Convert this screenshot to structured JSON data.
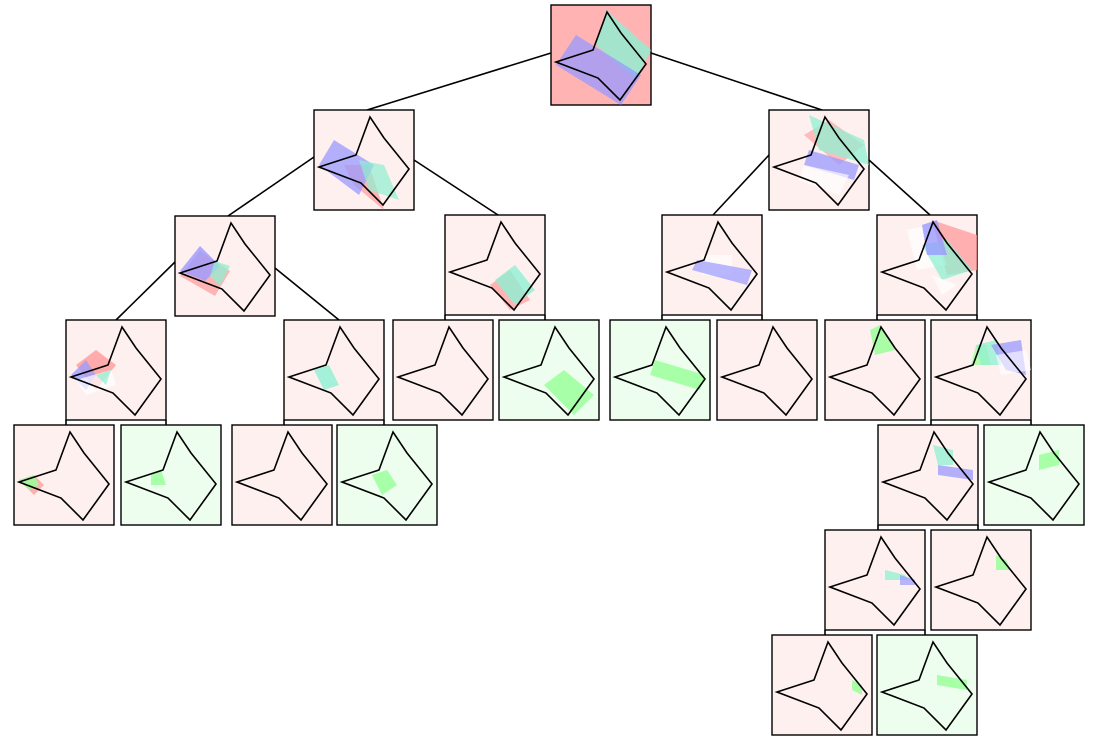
{
  "colors": {
    "red": "#ff9a9a",
    "blue": "#9a9aff",
    "teal": "#8ff0d2",
    "green": "#9aff9a",
    "white": "#ffffff",
    "node_pink": "#fff0f0",
    "node_green": "#eefeee",
    "root_fill": "#ffb3b3",
    "outline": "#000000"
  },
  "tree": {
    "root": "n1",
    "edges": [
      [
        "n1",
        "n2"
      ],
      [
        "n1",
        "n3"
      ],
      [
        "n2",
        "n4"
      ],
      [
        "n2",
        "n5"
      ],
      [
        "n3",
        "n6"
      ],
      [
        "n3",
        "n7"
      ],
      [
        "n4",
        "n8"
      ],
      [
        "n4",
        "n9"
      ],
      [
        "n5",
        "n10"
      ],
      [
        "n5",
        "n11"
      ],
      [
        "n6",
        "n12"
      ],
      [
        "n6",
        "n13"
      ],
      [
        "n7",
        "n14"
      ],
      [
        "n7",
        "n15"
      ],
      [
        "n8",
        "n16"
      ],
      [
        "n8",
        "n17"
      ],
      [
        "n9",
        "n18"
      ],
      [
        "n9",
        "n19"
      ],
      [
        "n15",
        "n20"
      ],
      [
        "n15",
        "n21"
      ],
      [
        "n20",
        "n22"
      ],
      [
        "n20",
        "n23"
      ],
      [
        "n22",
        "n24"
      ],
      [
        "n22",
        "n25"
      ]
    ],
    "nodes": [
      {
        "id": "n1",
        "fill": "root_fill",
        "shape": "A",
        "patches": [
          {
            "c": "teal",
            "a": 0.8,
            "p": [
              0.55,
              0.05,
              1.0,
              0.45,
              0.85,
              0.75,
              0.45,
              0.4
            ]
          },
          {
            "c": "blue",
            "a": 0.75,
            "p": [
              0.05,
              0.6,
              0.25,
              0.3,
              0.9,
              0.7,
              0.7,
              1.0
            ]
          }
        ]
      },
      {
        "id": "n2",
        "fill": "node_pink",
        "shape": "A",
        "patches": [
          {
            "c": "red",
            "a": 0.7,
            "p": [
              0.3,
              0.55,
              0.55,
              0.55,
              0.7,
              1.0,
              0.4,
              0.75
            ]
          },
          {
            "c": "blue",
            "a": 0.75,
            "p": [
              0.05,
              0.55,
              0.2,
              0.3,
              0.6,
              0.55,
              0.45,
              0.85
            ]
          },
          {
            "c": "teal",
            "a": 0.7,
            "p": [
              0.45,
              0.5,
              0.7,
              0.55,
              0.85,
              0.9,
              0.55,
              0.8
            ]
          }
        ]
      },
      {
        "id": "n3",
        "fill": "node_pink",
        "shape": "A",
        "patches": [
          {
            "c": "red",
            "a": 0.6,
            "p": [
              0.35,
              0.25,
              0.6,
              0.1,
              0.95,
              0.35,
              0.7,
              0.55
            ]
          },
          {
            "c": "teal",
            "a": 0.75,
            "p": [
              0.4,
              0.05,
              0.95,
              0.3,
              1.0,
              0.55,
              0.5,
              0.4
            ]
          },
          {
            "c": "blue",
            "a": 0.75,
            "p": [
              0.4,
              0.4,
              0.9,
              0.55,
              0.85,
              0.7,
              0.35,
              0.55
            ]
          },
          {
            "c": "white",
            "a": 0.65,
            "p": [
              0.35,
              0.55,
              0.8,
              0.65,
              0.7,
              0.85,
              0.3,
              0.7
            ]
          }
        ]
      },
      {
        "id": "n4",
        "fill": "node_pink",
        "shape": "A",
        "patches": [
          {
            "c": "red",
            "a": 0.7,
            "p": [
              0.05,
              0.6,
              0.25,
              0.35,
              0.55,
              0.55,
              0.4,
              0.8
            ]
          },
          {
            "c": "blue",
            "a": 0.8,
            "p": [
              0.05,
              0.55,
              0.25,
              0.3,
              0.45,
              0.5,
              0.3,
              0.65
            ]
          },
          {
            "c": "teal",
            "a": 0.75,
            "p": [
              0.4,
              0.45,
              0.55,
              0.5,
              0.45,
              0.7,
              0.35,
              0.6
            ]
          }
        ]
      },
      {
        "id": "n5",
        "fill": "node_pink",
        "shape": "A",
        "patches": [
          {
            "c": "red",
            "a": 0.7,
            "p": [
              0.45,
              0.7,
              0.65,
              0.55,
              0.85,
              0.85,
              0.65,
              0.95
            ]
          },
          {
            "c": "teal",
            "a": 0.8,
            "p": [
              0.5,
              0.65,
              0.7,
              0.5,
              0.9,
              0.75,
              0.7,
              0.9
            ]
          }
        ]
      },
      {
        "id": "n6",
        "fill": "node_pink",
        "shape": "A",
        "patches": [
          {
            "c": "white",
            "a": 0.6,
            "p": [
              0.4,
              0.4,
              0.7,
              0.4,
              0.7,
              0.6,
              0.4,
              0.6
            ]
          },
          {
            "c": "blue",
            "a": 0.7,
            "p": [
              0.35,
              0.45,
              0.9,
              0.55,
              0.85,
              0.7,
              0.3,
              0.55
            ]
          }
        ]
      },
      {
        "id": "n7",
        "fill": "node_pink",
        "shape": "A",
        "patches": [
          {
            "c": "red",
            "a": 0.75,
            "p": [
              0.55,
              0.05,
              1.0,
              0.2,
              1.0,
              0.55,
              0.7,
              0.6
            ]
          },
          {
            "c": "white",
            "a": 0.7,
            "p": [
              0.3,
              0.15,
              0.55,
              0.1,
              0.7,
              0.5,
              0.4,
              0.55
            ]
          },
          {
            "c": "teal",
            "a": 0.75,
            "p": [
              0.45,
              0.3,
              0.7,
              0.25,
              0.95,
              0.55,
              0.65,
              0.65
            ]
          },
          {
            "c": "blue",
            "a": 0.8,
            "p": [
              0.45,
              0.1,
              0.6,
              0.05,
              0.7,
              0.4,
              0.5,
              0.4
            ]
          },
          {
            "c": "white",
            "a": 0.7,
            "p": [
              0.55,
              0.6,
              0.8,
              0.7,
              0.65,
              0.8
            ]
          }
        ]
      },
      {
        "id": "n8",
        "fill": "node_pink",
        "shape": "A",
        "patches": [
          {
            "c": "red",
            "a": 0.8,
            "p": [
              0.1,
              0.45,
              0.3,
              0.3,
              0.5,
              0.45,
              0.3,
              0.7
            ]
          },
          {
            "c": "blue",
            "a": 0.75,
            "p": [
              0.05,
              0.55,
              0.2,
              0.4,
              0.3,
              0.55,
              0.2,
              0.7
            ]
          },
          {
            "c": "white",
            "a": 0.7,
            "p": [
              0.1,
              0.6,
              0.45,
              0.5,
              0.5,
              0.65,
              0.2,
              0.75
            ]
          },
          {
            "c": "teal",
            "a": 0.7,
            "p": [
              0.3,
              0.55,
              0.45,
              0.5,
              0.4,
              0.65
            ]
          }
        ]
      },
      {
        "id": "n9",
        "fill": "node_pink",
        "shape": "A",
        "patches": [
          {
            "c": "teal",
            "a": 0.8,
            "p": [
              0.3,
              0.5,
              0.45,
              0.45,
              0.55,
              0.65,
              0.4,
              0.7
            ]
          }
        ]
      },
      {
        "id": "n10",
        "fill": "node_pink",
        "shape": "A",
        "patches": []
      },
      {
        "id": "n11",
        "fill": "node_green",
        "shape": "A",
        "patches": [
          {
            "c": "green",
            "a": 0.85,
            "p": [
              0.45,
              0.65,
              0.65,
              0.5,
              0.95,
              0.75,
              0.75,
              0.95
            ]
          }
        ]
      },
      {
        "id": "n12",
        "fill": "node_green",
        "shape": "A",
        "patches": [
          {
            "c": "green",
            "a": 0.85,
            "p": [
              0.45,
              0.4,
              0.95,
              0.55,
              0.9,
              0.7,
              0.4,
              0.55
            ]
          }
        ]
      },
      {
        "id": "n13",
        "fill": "node_pink",
        "shape": "A",
        "patches": []
      },
      {
        "id": "n14",
        "fill": "node_pink",
        "shape": "A",
        "patches": [
          {
            "c": "green",
            "a": 0.85,
            "p": [
              0.45,
              0.1,
              0.55,
              0.05,
              0.7,
              0.3,
              0.5,
              0.35
            ]
          }
        ]
      },
      {
        "id": "n15",
        "fill": "node_pink",
        "shape": "A",
        "patches": [
          {
            "c": "green",
            "a": 0.75,
            "p": [
              0.45,
              0.25,
              0.55,
              0.25,
              0.6,
              0.45,
              0.4,
              0.45
            ]
          },
          {
            "c": "teal",
            "a": 0.75,
            "p": [
              0.45,
              0.25,
              0.65,
              0.2,
              0.7,
              0.45,
              0.5,
              0.45
            ]
          },
          {
            "c": "blue",
            "a": 0.75,
            "p": [
              0.6,
              0.25,
              0.9,
              0.2,
              0.95,
              0.55,
              0.75,
              0.5
            ]
          },
          {
            "c": "white",
            "a": 0.6,
            "p": [
              0.65,
              0.35,
              0.95,
              0.3,
              1.0,
              0.5,
              0.7,
              0.55
            ]
          }
        ]
      },
      {
        "id": "n16",
        "fill": "node_pink",
        "shape": "A",
        "patches": [
          {
            "c": "red",
            "a": 0.75,
            "p": [
              0.05,
              0.55,
              0.2,
              0.5,
              0.3,
              0.6,
              0.2,
              0.7
            ]
          },
          {
            "c": "green",
            "a": 0.85,
            "p": [
              0.05,
              0.55,
              0.2,
              0.5,
              0.25,
              0.6,
              0.15,
              0.65
            ]
          }
        ]
      },
      {
        "id": "n17",
        "fill": "node_green",
        "shape": "A",
        "patches": [
          {
            "c": "green",
            "a": 0.85,
            "p": [
              0.3,
              0.5,
              0.4,
              0.45,
              0.45,
              0.6,
              0.3,
              0.6
            ]
          }
        ]
      },
      {
        "id": "n18",
        "fill": "node_pink",
        "shape": "A",
        "patches": []
      },
      {
        "id": "n19",
        "fill": "node_green",
        "shape": "A",
        "patches": [
          {
            "c": "green",
            "a": 0.85,
            "p": [
              0.35,
              0.5,
              0.5,
              0.45,
              0.6,
              0.6,
              0.45,
              0.7
            ]
          }
        ]
      },
      {
        "id": "n20",
        "fill": "node_pink",
        "shape": "A",
        "patches": [
          {
            "c": "teal",
            "a": 0.75,
            "p": [
              0.55,
              0.2,
              0.75,
              0.25,
              0.75,
              0.4,
              0.6,
              0.4
            ]
          },
          {
            "c": "blue",
            "a": 0.75,
            "p": [
              0.6,
              0.4,
              0.95,
              0.45,
              0.95,
              0.55,
              0.6,
              0.5
            ]
          }
        ]
      },
      {
        "id": "n21",
        "fill": "node_green",
        "shape": "A",
        "patches": [
          {
            "c": "green",
            "a": 0.85,
            "p": [
              0.55,
              0.3,
              0.75,
              0.25,
              0.75,
              0.4,
              0.55,
              0.45
            ]
          }
        ]
      },
      {
        "id": "n22",
        "fill": "node_pink",
        "shape": "A",
        "patches": [
          {
            "c": "teal",
            "a": 0.75,
            "p": [
              0.6,
              0.4,
              0.8,
              0.45,
              0.85,
              0.5,
              0.6,
              0.5
            ]
          },
          {
            "c": "blue",
            "a": 0.7,
            "p": [
              0.75,
              0.45,
              0.9,
              0.5,
              0.9,
              0.55,
              0.75,
              0.55
            ]
          }
        ]
      },
      {
        "id": "n23",
        "fill": "node_pink",
        "shape": "A",
        "patches": [
          {
            "c": "green",
            "a": 0.85,
            "p": [
              0.65,
              0.25,
              0.75,
              0.3,
              0.8,
              0.4,
              0.65,
              0.4
            ]
          }
        ]
      },
      {
        "id": "n24",
        "fill": "node_pink",
        "shape": "A",
        "patches": [
          {
            "c": "green",
            "a": 0.85,
            "p": [
              0.8,
              0.45,
              0.9,
              0.5,
              0.9,
              0.6,
              0.8,
              0.55
            ]
          }
        ]
      },
      {
        "id": "n25",
        "fill": "node_green",
        "shape": "A",
        "patches": [
          {
            "c": "green",
            "a": 0.85,
            "p": [
              0.6,
              0.4,
              0.9,
              0.45,
              0.9,
              0.55,
              0.6,
              0.5
            ]
          }
        ]
      }
    ]
  }
}
